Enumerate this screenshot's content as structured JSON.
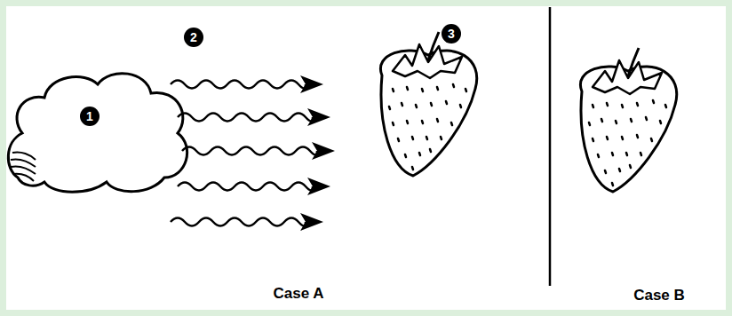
{
  "diagram": {
    "labels": [
      "1",
      "2",
      "3",
      "Case A",
      "Case B"
    ]
  }
}
